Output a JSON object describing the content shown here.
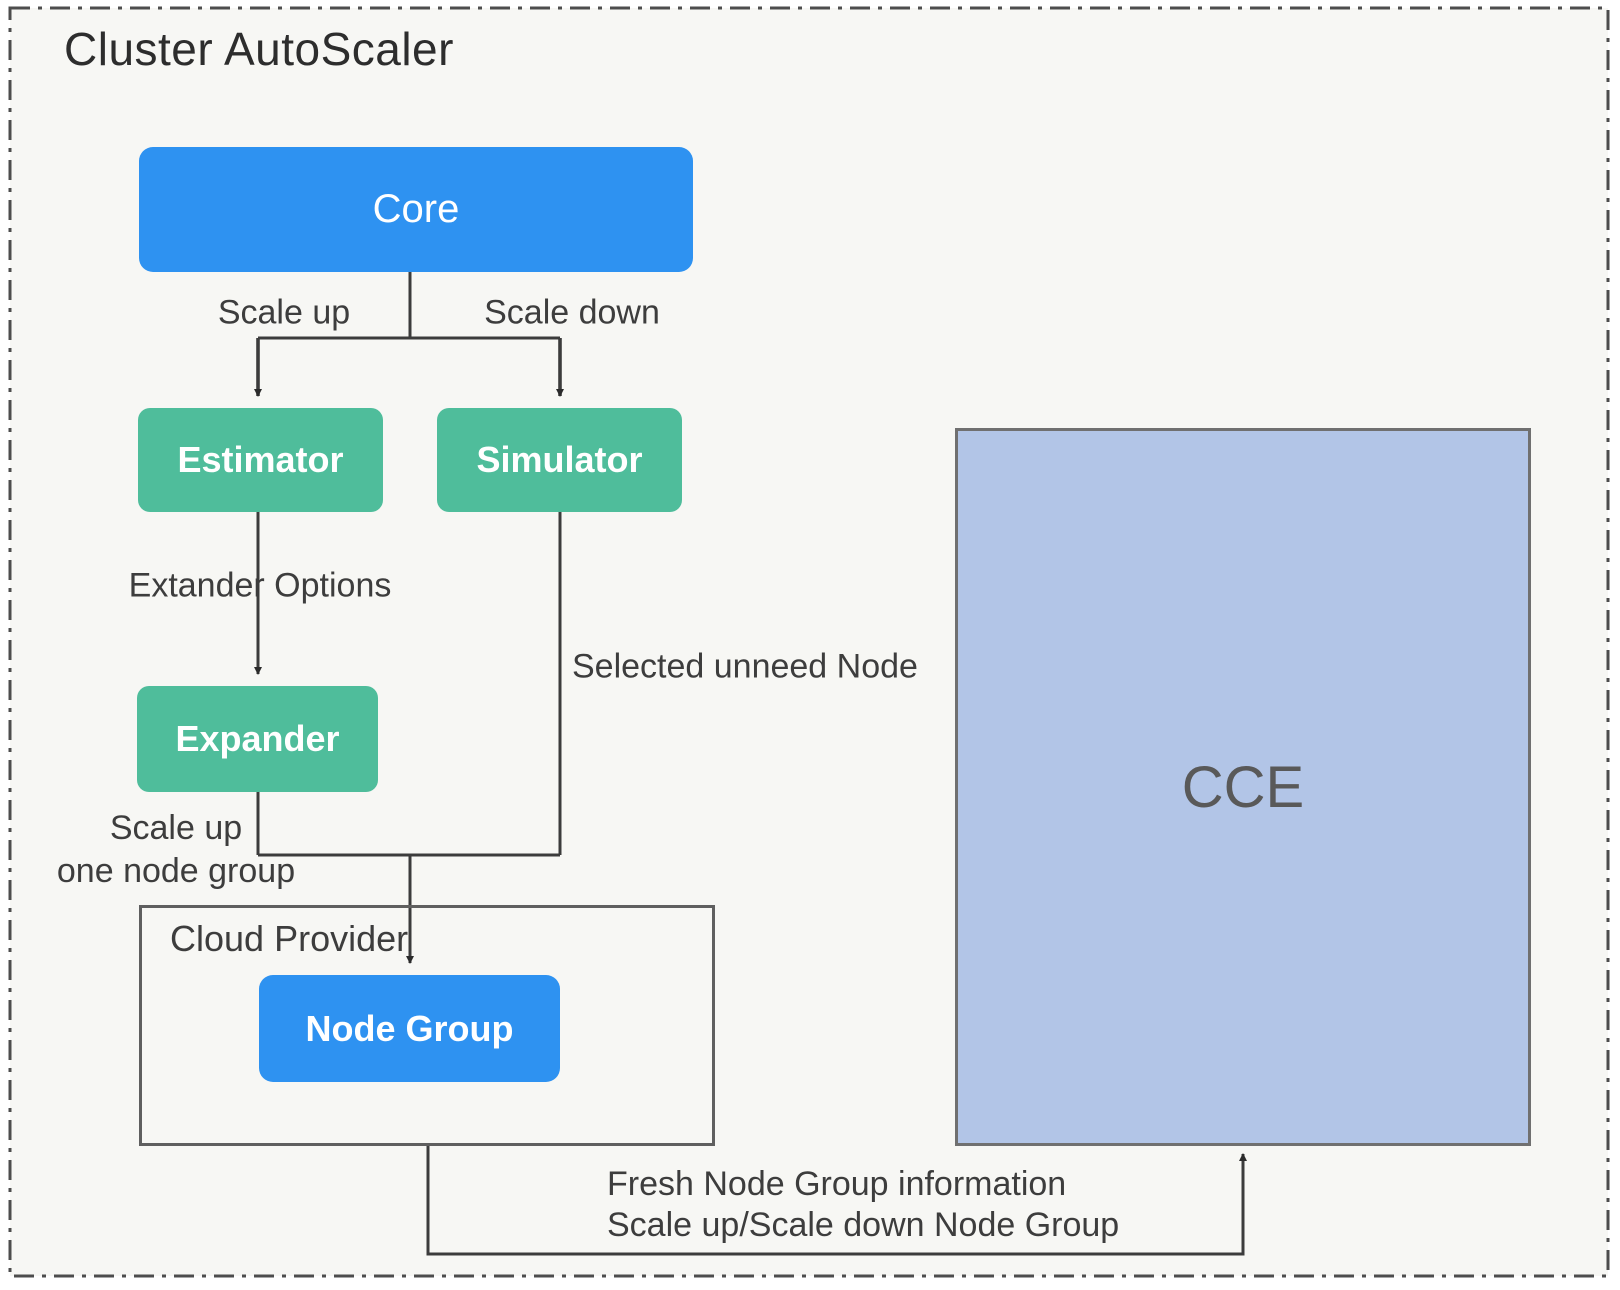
{
  "diagram": {
    "title": "Cluster AutoScaler",
    "nodes": {
      "core": {
        "label": "Core"
      },
      "estimator": {
        "label": "Estimator"
      },
      "simulator": {
        "label": "Simulator"
      },
      "expander": {
        "label": "Expander"
      },
      "cloud_provider": {
        "label": "Cloud Provider"
      },
      "node_group": {
        "label": "Node Group"
      },
      "cce": {
        "label": "CCE"
      }
    },
    "edge_labels": {
      "scale_up": "Scale up",
      "scale_down": "Scale down",
      "extander_options": "Extander Options",
      "selected_unneed_node": "Selected unneed Node",
      "scale_up_one_node_group_line1": "Scale up",
      "scale_up_one_node_group_line2": "one node group",
      "fresh_node_group_line1": "Fresh Node Group information",
      "fresh_node_group_line2": "Scale up/Scale down Node Group"
    },
    "colors": {
      "accent_blue": "#2E92F1",
      "accent_green": "#4FBD9B",
      "cce_fill": "#B2C5E7",
      "line": "#3C3C3C",
      "background": "#F7F7F4"
    }
  }
}
